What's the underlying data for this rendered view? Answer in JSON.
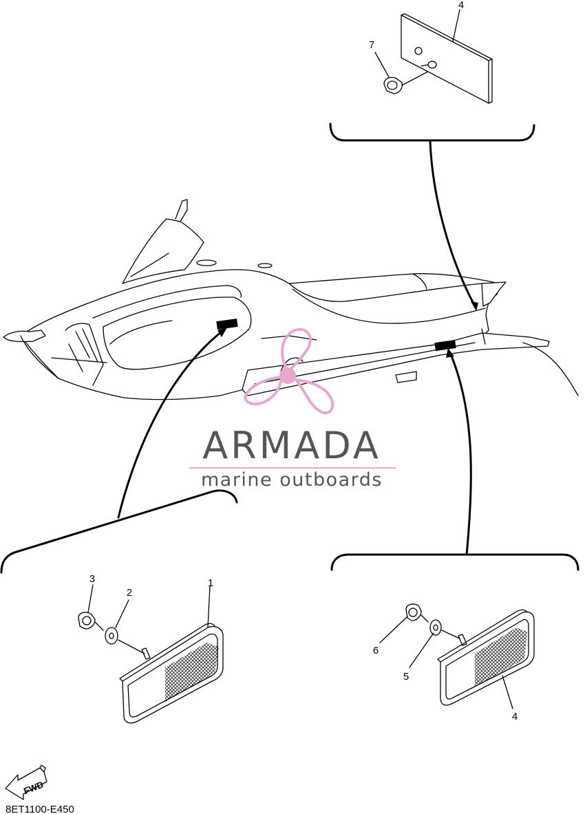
{
  "watermark": {
    "title": "ARMADA",
    "subtitle": "marine outboards",
    "colors": {
      "logo": "#e9a7d0",
      "text": "#555555",
      "rule": "#e9a7d0"
    }
  },
  "callouts": {
    "top_panel": {
      "reflector": "4",
      "nut": "7"
    },
    "left_panel": {
      "nut": "3",
      "washer": "2",
      "reflector": "1"
    },
    "right_panel": {
      "nut": "6",
      "washer": "5",
      "reflector": "4"
    }
  },
  "fwd_label": "FWD",
  "diagram_code": "8ET1100-E450"
}
